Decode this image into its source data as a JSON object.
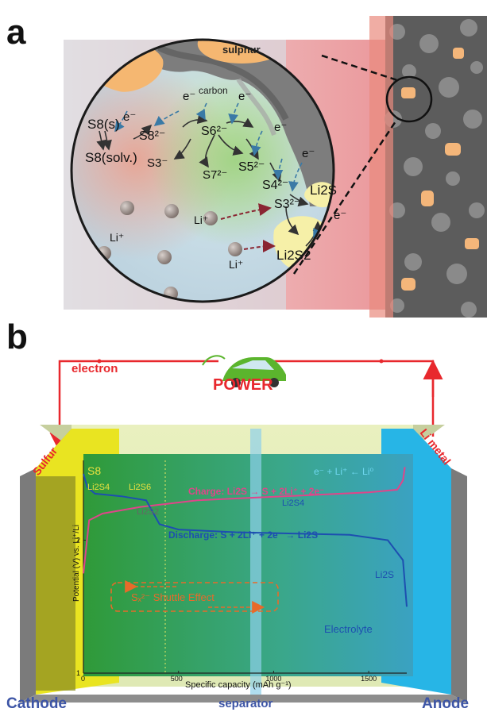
{
  "panel_a": {
    "label": "a",
    "labels": {
      "sulphur": "sulphur",
      "carbon": "carbon",
      "s8s": "S8(s)",
      "s8solv": "S8(solv.)",
      "electron": "e⁻",
      "li_ion": "Li⁺",
      "li2s": "Li2S",
      "li2s2": "Li2S2",
      "polysulfides": [
        "S8²⁻",
        "S6²⁻",
        "S5²⁻",
        "S4²⁻",
        "S3²⁻",
        "S3⁻",
        "S7²⁻"
      ]
    }
  },
  "panel_b": {
    "label": "b",
    "electron_label": "electron",
    "power_label": "POWER",
    "sulfur_label": "Sulfur",
    "li_metal_label": "Li metal",
    "cathode_label": "Cathode",
    "anode_label": "Anode",
    "separator_label": "separator",
    "electrolyte_label": "Electrolyte",
    "s8_label": "S8",
    "anode_reaction": "e⁻ + Li⁺ ← Li⁰",
    "charge_label": "Charge: Li2S → S + 2Li⁺ + 2e⁻",
    "discharge_label": "Discharge: S + 2Li⁺ + 2e⁻ → Li2S",
    "shuttle_label": "Sₓ²⁻ Shuttle Effect",
    "curve_labels": [
      "Li2S4",
      "Li2S6",
      "Li2S4",
      "Li2S2",
      "Li2S"
    ],
    "colors": {
      "wire": "#e8282d",
      "charge": "#e0458a",
      "discharge": "#1d4fb0",
      "sulfur": "#e9e421",
      "anode": "#27b5e6"
    }
  },
  "chart_data": {
    "type": "line",
    "xlabel": "Specific capacity (mAh g⁻¹)",
    "ylabel": "Potential (V) vs. Li⁺/Li",
    "x_ticks": [
      "0",
      "500",
      "1000",
      "1500"
    ],
    "y_ticks": [
      "1",
      "2"
    ],
    "xlim": [
      0,
      1700
    ],
    "ylim": [
      1,
      2.6
    ],
    "series": [
      {
        "name": "Charge",
        "x": [
          0,
          30,
          100,
          300,
          600,
          900,
          1200,
          1500,
          1650,
          1680,
          1690
        ],
        "y": [
          1.75,
          2.15,
          2.2,
          2.25,
          2.3,
          2.32,
          2.34,
          2.36,
          2.38,
          2.45,
          2.55
        ]
      },
      {
        "name": "Discharge",
        "x": [
          0,
          20,
          60,
          200,
          330,
          400,
          500,
          800,
          1100,
          1400,
          1600,
          1680,
          1700
        ],
        "y": [
          2.5,
          2.4,
          2.35,
          2.33,
          2.3,
          2.12,
          2.08,
          2.06,
          2.05,
          2.04,
          2.0,
          1.85,
          1.5
        ]
      }
    ]
  }
}
